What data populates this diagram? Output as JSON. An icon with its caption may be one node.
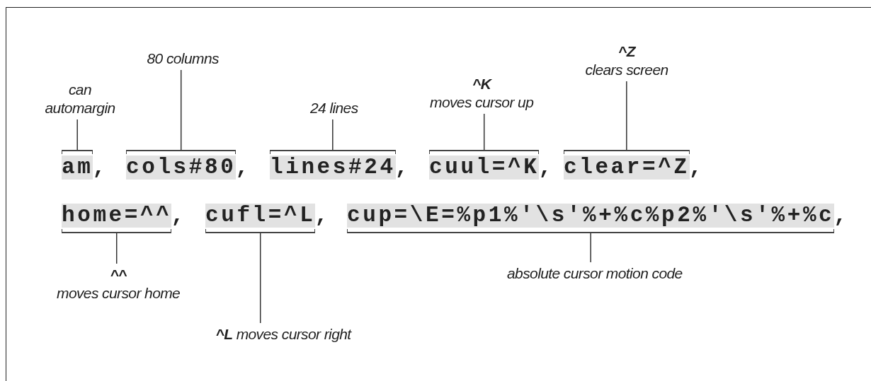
{
  "diagram": {
    "nodes": [
      {
        "text": [
          "80 columns"
        ]
      },
      {
        "text": [
          "^Z",
          "clears screen"
        ]
      },
      {
        "text": [
          "can automargin"
        ]
      },
      {
        "text": [
          "24 lines"
        ]
      },
      {
        "text": [
          "^K",
          "moves cursor up"
        ]
      },
      {
        "text": [
          "am"
        ]
      },
      {
        "text": [
          "cols#80"
        ]
      },
      {
        "text": [
          "lines#24"
        ]
      },
      {
        "text": [
          "cuul=^K"
        ]
      },
      {
        "text": [
          "clear=^Z"
        ]
      },
      {
        "text": [
          "home=^^"
        ]
      },
      {
        "text": [
          "cufl=^L"
        ]
      },
      {
        "text": [
          "cup=\\E=%p1%'\\s'%+%c%p2%'\\s'%+%c"
        ]
      },
      {
        "text": [
          "^^",
          "moves cursor home"
        ]
      },
      {
        "text": [
          "absolute cursor motion code"
        ]
      },
      {
        "text": [
          "**^L** moves cursor right"
        ]
      }
    ],
    "edges": [
      {
        "from": 2,
        "to": 5,
        "arrow": "none"
      },
      {
        "from": 0,
        "to": 6,
        "arrow": "none"
      },
      {
        "from": 3,
        "to": 7,
        "arrow": "none"
      },
      {
        "from": 4,
        "to": 8,
        "arrow": "none"
      },
      {
        "from": 1,
        "to": 9,
        "arrow": "none"
      },
      {
        "from": 13,
        "to": 10,
        "arrow": "none"
      },
      {
        "from": 15,
        "to": 11,
        "arrow": "none"
      },
      {
        "from": 14,
        "to": 12,
        "arrow": "none"
      }
    ],
    "labels": [
      ",",
      ",",
      ",",
      ",",
      ",",
      ",",
      ",",
      ","
    ]
  }
}
